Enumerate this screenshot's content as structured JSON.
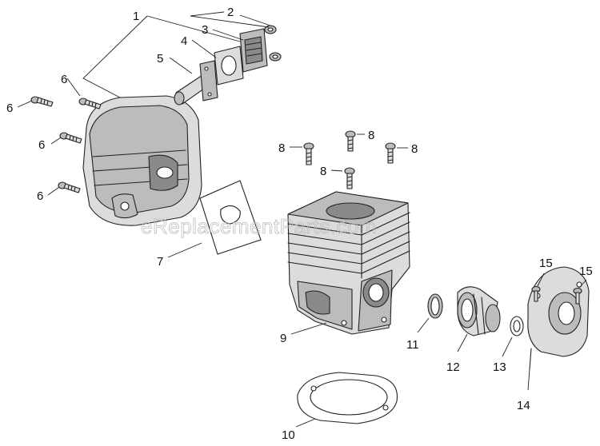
{
  "watermark": "eReplacementParts.com",
  "callouts": [
    {
      "id": "c1",
      "text": "1"
    },
    {
      "id": "c2",
      "text": "2"
    },
    {
      "id": "c3",
      "text": "3"
    },
    {
      "id": "c4",
      "text": "4"
    },
    {
      "id": "c5",
      "text": "5"
    },
    {
      "id": "c6a",
      "text": "6"
    },
    {
      "id": "c6b",
      "text": "6"
    },
    {
      "id": "c6c",
      "text": "6"
    },
    {
      "id": "c6d",
      "text": "6"
    },
    {
      "id": "c7",
      "text": "7"
    },
    {
      "id": "c8a",
      "text": "8"
    },
    {
      "id": "c8b",
      "text": "8"
    },
    {
      "id": "c8c",
      "text": "8"
    },
    {
      "id": "c8d",
      "text": "8"
    },
    {
      "id": "c9",
      "text": "9"
    },
    {
      "id": "c10",
      "text": "10"
    },
    {
      "id": "c11",
      "text": "11"
    },
    {
      "id": "c12",
      "text": "12"
    },
    {
      "id": "c13",
      "text": "13"
    },
    {
      "id": "c14",
      "text": "14"
    },
    {
      "id": "c15a",
      "text": "15"
    },
    {
      "id": "c15b",
      "text": "15"
    }
  ]
}
